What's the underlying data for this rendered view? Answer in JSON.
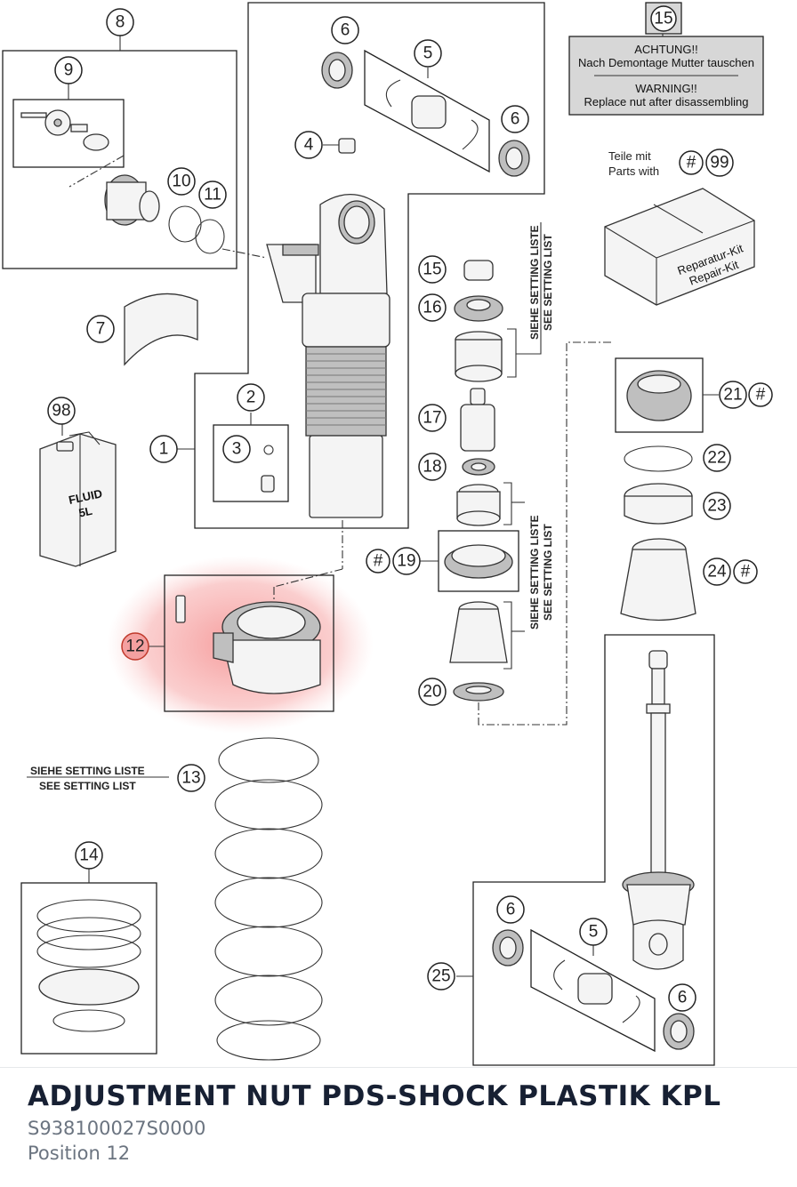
{
  "diagram": {
    "callouts": [
      "1",
      "2",
      "3",
      "4",
      "5",
      "6",
      "7",
      "8",
      "9",
      "10",
      "11",
      "12",
      "13",
      "14",
      "15",
      "16",
      "17",
      "18",
      "19",
      "20",
      "21",
      "22",
      "23",
      "24",
      "25",
      "98",
      "#",
      "99"
    ],
    "highlight_color": "#f48a8a",
    "warning_label": {
      "line1": "ACHTUNG!!",
      "line2": "Nach Demontage Mutter tauschen",
      "line3": "WARNING!!",
      "line4": "Replace nut after disassembling"
    },
    "parts_with": {
      "line1": "Teile mit",
      "line2": "Parts with"
    },
    "repair_kit": {
      "line1": "Reparatur-Kit",
      "line2": "Repair-Kit"
    },
    "fluid_can": {
      "line1": "FLUID",
      "line2": "5L"
    },
    "setting_list": {
      "line1": "SIEHE SETTING LISTE",
      "line2": "SEE SETTING LIST"
    }
  },
  "caption": {
    "title": "ADJUSTMENT NUT PDS-SHOCK PLASTIK KPL",
    "part_number": "S938100027S0000",
    "position": "Position 12"
  }
}
